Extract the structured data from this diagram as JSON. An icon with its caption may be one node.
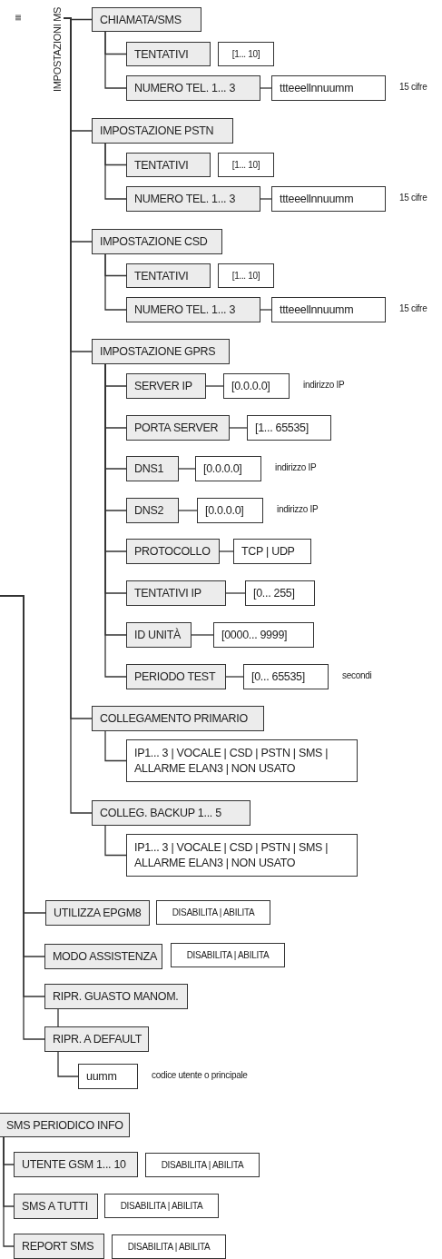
{
  "diagram": {
    "nodes": [
      {
        "text": [
          "IMPOSTAZIONI MS"
        ]
      },
      {
        "text": [
          "CHIAMATA/SMS"
        ]
      },
      {
        "text": [
          "TENTATIVI"
        ]
      },
      {
        "text": [
          "[1... 10]"
        ]
      },
      {
        "text": [
          "NUMERO TEL. 1... 3"
        ]
      },
      {
        "text": [
          "ttteeellnnuumm"
        ],
        "beside": [
          "15 cifre"
        ]
      },
      {
        "text": [
          "IMPOSTAZIONE PSTN"
        ]
      },
      {
        "text": [
          "TENTATIVI"
        ]
      },
      {
        "text": [
          "[1... 10]"
        ]
      },
      {
        "text": [
          "NUMERO TEL. 1... 3"
        ]
      },
      {
        "text": [
          "ttteeellnnuumm"
        ],
        "beside": [
          "15 cifre"
        ]
      },
      {
        "text": [
          "IMPOSTAZIONE CSD"
        ]
      },
      {
        "text": [
          "TENTATIVI"
        ]
      },
      {
        "text": [
          "[1... 10]"
        ]
      },
      {
        "text": [
          "NUMERO TEL. 1... 3"
        ]
      },
      {
        "text": [
          "ttteeellnnuumm"
        ],
        "beside": [
          "15 cifre"
        ]
      },
      {
        "text": [
          "IMPOSTAZIONE GPRS"
        ]
      },
      {
        "text": [
          "SERVER IP"
        ]
      },
      {
        "text": [
          "[0.0.0.0]"
        ],
        "beside": [
          "indirizzo IP"
        ]
      },
      {
        "text": [
          "PORTA SERVER"
        ]
      },
      {
        "text": [
          "[1... 65535]"
        ]
      },
      {
        "text": [
          "DNS1"
        ]
      },
      {
        "text": [
          "[0.0.0.0]"
        ],
        "beside": [
          "indirizzo IP"
        ]
      },
      {
        "text": [
          "DNS2"
        ]
      },
      {
        "text": [
          "[0.0.0.0]"
        ],
        "beside": [
          "indirizzo IP"
        ]
      },
      {
        "text": [
          "PROTOCOLLO"
        ]
      },
      {
        "text": [
          "TCP | UDP"
        ]
      },
      {
        "text": [
          "TENTATIVI IP"
        ]
      },
      {
        "text": [
          "[0... 255]"
        ]
      },
      {
        "text": [
          "ID UNITÀ"
        ]
      },
      {
        "text": [
          "[0000... 9999]"
        ]
      },
      {
        "text": [
          "PERIODO TEST"
        ]
      },
      {
        "text": [
          "[0... 65535]"
        ],
        "beside": [
          "secondi"
        ]
      },
      {
        "text": [
          "COLLEGAMENTO PRIMARIO"
        ]
      },
      {
        "text": [
          "IP1... 3 | VOCALE | CSD | PSTN | SMS | ALLARME ELAN3 | NON USATO"
        ]
      },
      {
        "text": [
          "COLLEG. BACKUP 1... 5"
        ]
      },
      {
        "text": [
          "IP1... 3 | VOCALE | CSD | PSTN | SMS | ALLARME ELAN3 | NON USATO"
        ]
      },
      {
        "text": [
          "UTILIZZA EPGM8"
        ]
      },
      {
        "text": [
          "DISABILITA | ABILITA"
        ]
      },
      {
        "text": [
          "MODO ASSISTENZA"
        ]
      },
      {
        "text": [
          "DISABILITA | ABILITA"
        ]
      },
      {
        "text": [
          "RIPR. GUASTO MANOM."
        ]
      },
      {
        "text": [
          "RIPR. A DEFAULT"
        ]
      },
      {
        "text": [
          "uumm"
        ],
        "beside": [
          "codice utente o principale"
        ]
      },
      {
        "text": [
          "SMS PERIODICO INFO"
        ]
      },
      {
        "text": [
          "UTENTE GSM 1... 10"
        ]
      },
      {
        "text": [
          "DISABILITA | ABILITA"
        ]
      },
      {
        "text": [
          "SMS A TUTTI"
        ]
      },
      {
        "text": [
          "DISABILITA | ABILITA"
        ]
      },
      {
        "text": [
          "REPORT SMS"
        ]
      },
      {
        "text": [
          "DISABILITA | ABILITA"
        ]
      }
    ],
    "edges": [
      {
        "from": 0,
        "to": 1,
        "arrow": "none"
      },
      {
        "from": 1,
        "to": 2,
        "arrow": "none"
      },
      {
        "from": 1,
        "to": 4,
        "arrow": "none"
      },
      {
        "from": 4,
        "to": 5,
        "arrow": "none"
      },
      {
        "from": 0,
        "to": 6,
        "arrow": "none"
      },
      {
        "from": 6,
        "to": 7,
        "arrow": "none"
      },
      {
        "from": 6,
        "to": 9,
        "arrow": "none"
      },
      {
        "from": 9,
        "to": 10,
        "arrow": "none"
      },
      {
        "from": 0,
        "to": 11,
        "arrow": "none"
      },
      {
        "from": 11,
        "to": 12,
        "arrow": "none"
      },
      {
        "from": 11,
        "to": 14,
        "arrow": "none"
      },
      {
        "from": 14,
        "to": 15,
        "arrow": "none"
      },
      {
        "from": 0,
        "to": 16,
        "arrow": "none"
      },
      {
        "from": 16,
        "to": 17,
        "arrow": "none"
      },
      {
        "from": 17,
        "to": 18,
        "arrow": "none"
      },
      {
        "from": 16,
        "to": 19,
        "arrow": "none"
      },
      {
        "from": 19,
        "to": 20,
        "arrow": "none"
      },
      {
        "from": 16,
        "to": 21,
        "arrow": "none"
      },
      {
        "from": 21,
        "to": 22,
        "arrow": "none"
      },
      {
        "from": 16,
        "to": 23,
        "arrow": "none"
      },
      {
        "from": 23,
        "to": 24,
        "arrow": "none"
      },
      {
        "from": 16,
        "to": 25,
        "arrow": "none"
      },
      {
        "from": 25,
        "to": 26,
        "arrow": "none"
      },
      {
        "from": 16,
        "to": 27,
        "arrow": "none"
      },
      {
        "from": 27,
        "to": 28,
        "arrow": "none"
      },
      {
        "from": 16,
        "to": 29,
        "arrow": "none"
      },
      {
        "from": 29,
        "to": 30,
        "arrow": "none"
      },
      {
        "from": 16,
        "to": 31,
        "arrow": "none"
      },
      {
        "from": 31,
        "to": 32,
        "arrow": "none"
      },
      {
        "from": 0,
        "to": 33,
        "arrow": "none"
      },
      {
        "from": 33,
        "to": 34,
        "arrow": "none"
      },
      {
        "from": 0,
        "to": 35,
        "arrow": "none"
      },
      {
        "from": 35,
        "to": 36,
        "arrow": "none"
      },
      {
        "from": null,
        "to": 37,
        "arrow": "none"
      },
      {
        "from": null,
        "to": 39,
        "arrow": "none"
      },
      {
        "from": null,
        "to": 41,
        "arrow": "none"
      },
      {
        "from": 41,
        "to": 42,
        "arrow": "none"
      },
      {
        "from": null,
        "to": 42,
        "arrow": "none"
      },
      {
        "from": 42,
        "to": 43,
        "arrow": "none"
      },
      {
        "from": 44,
        "to": 45,
        "arrow": "none"
      },
      {
        "from": 44,
        "to": 47,
        "arrow": "none"
      },
      {
        "from": 44,
        "to": 49,
        "arrow": "none"
      }
    ]
  }
}
